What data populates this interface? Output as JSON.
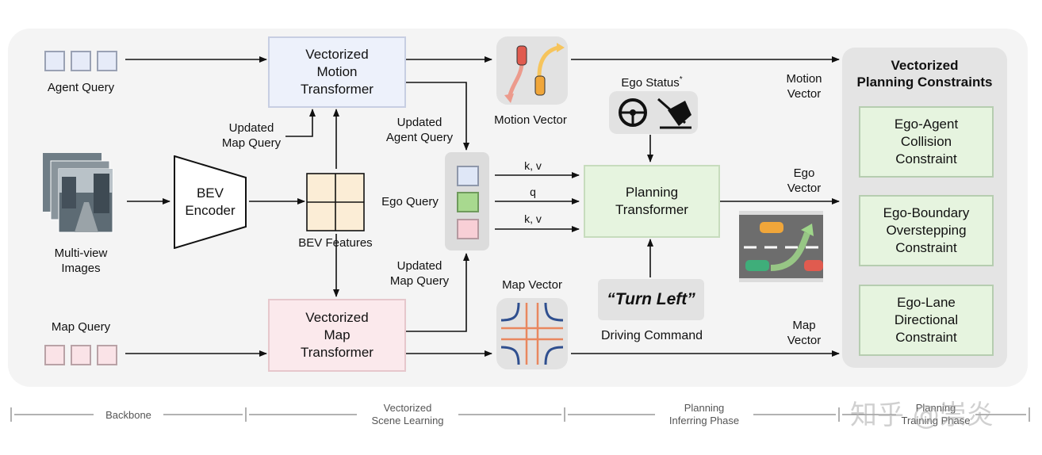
{
  "labels": {
    "agent_query": "Agent Query",
    "map_query": "Map Query",
    "multiview": "Multi-view\nImages",
    "bev_encoder": "BEV\nEncoder",
    "bev_features": "BEV Features",
    "updated_map_query_left": "Updated\nMap Query",
    "updated_agent_query": "Updated\nAgent Query",
    "updated_map_query_mid": "Updated\nMap Query",
    "ego_query": "Ego Query",
    "motion_transformer": "Vectorized\nMotion\nTransformer",
    "map_transformer": "Vectorized\nMap\nTransformer",
    "motion_vector_icon_label": "Motion Vector",
    "map_vector_icon_label": "Map Vector",
    "kv_top": "k, v",
    "q": "q",
    "kv_bottom": "k, v",
    "planning_transformer": "Planning\nTransformer",
    "ego_status": "Ego Status",
    "ego_status_star": "*",
    "turn_left": "“Turn Left”",
    "driving_command": "Driving Command",
    "motion_vector_out": "Motion\nVector",
    "ego_vector_out": "Ego\nVector",
    "map_vector_out": "Map\nVector",
    "constraints_title": "Vectorized\nPlanning Constraints",
    "c1": "Ego-Agent\nCollision\nConstraint",
    "c2": "Ego-Boundary\nOverstepping\nConstraint",
    "c3": "Ego-Lane\nDirectional\nConstraint"
  },
  "phases": {
    "backbone": "Backbone",
    "scene": "Vectorized\nScene Learning",
    "infer": "Planning\nInferring Phase",
    "train": "Planning\nTraining Phase"
  },
  "watermark": "知乎 @崇炎",
  "colors": {
    "agent": "#e6ebf8",
    "map": "#fae3e7",
    "planning": "#e6f4df",
    "ego_blue": "#dfe7f7",
    "ego_green": "#a8d98f",
    "ego_pink": "#f8cfd6"
  }
}
